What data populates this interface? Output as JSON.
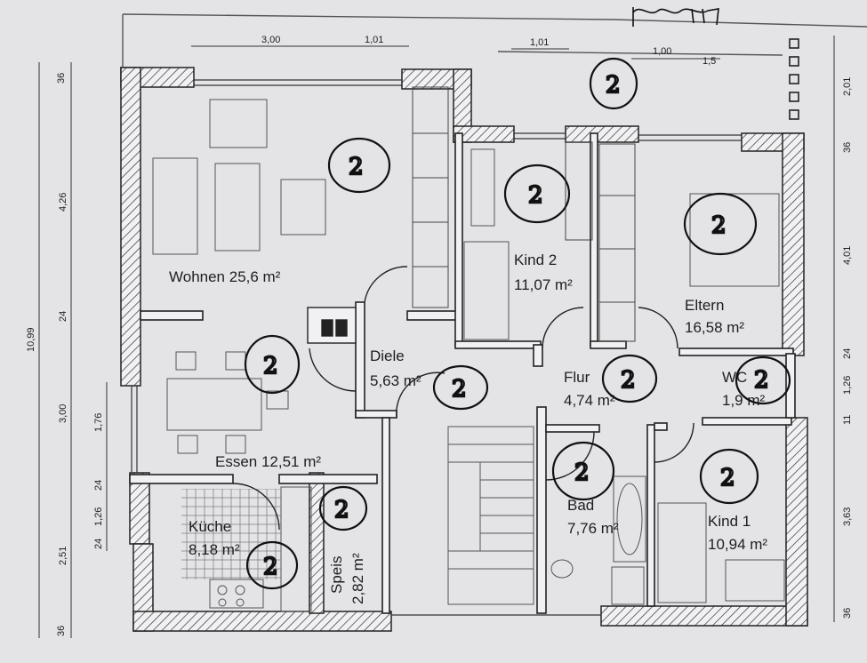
{
  "rooms": {
    "wohnen": "Wohnen 25,6 m²",
    "kind2_name": "Kind 2",
    "kind2_area": "11,07 m²",
    "eltern_name": "Eltern",
    "eltern_area": "16,58 m²",
    "diele_name": "Diele",
    "diele_area": "5,63 m²",
    "flur_name": "Flur",
    "flur_area": "4,74 m²",
    "wc_name": "WC",
    "wc_area": "1,9 m²",
    "essen": "Essen 12,51 m²",
    "kueche_name": "Küche",
    "kueche_area": "8,18 m²",
    "speis_name": "Speis",
    "speis_area": "2,82 m²",
    "bad_name": "Bad",
    "bad_area": "7,76 m²",
    "kind1_name": "Kind 1",
    "kind1_area": "10,94 m²"
  },
  "dimensions": {
    "top": [
      "3,00",
      "1,01",
      "1,01",
      "1,00",
      "1,5"
    ],
    "left_outer": [
      "36",
      "4,26",
      "24",
      "10,99",
      "3,00",
      "2,51",
      "36"
    ],
    "left_inner": [
      "1,76",
      "24",
      "1,26",
      "24"
    ],
    "right": [
      "2,01",
      "36",
      "4,01",
      "24",
      "1,26",
      "11",
      "3,63",
      "36"
    ]
  },
  "annotations": {
    "circled_mark": "2",
    "signature_text": "signature"
  },
  "colors": {
    "background": "#e4e3e6",
    "ink": "#1e1e22",
    "handwriting": "#111111"
  }
}
